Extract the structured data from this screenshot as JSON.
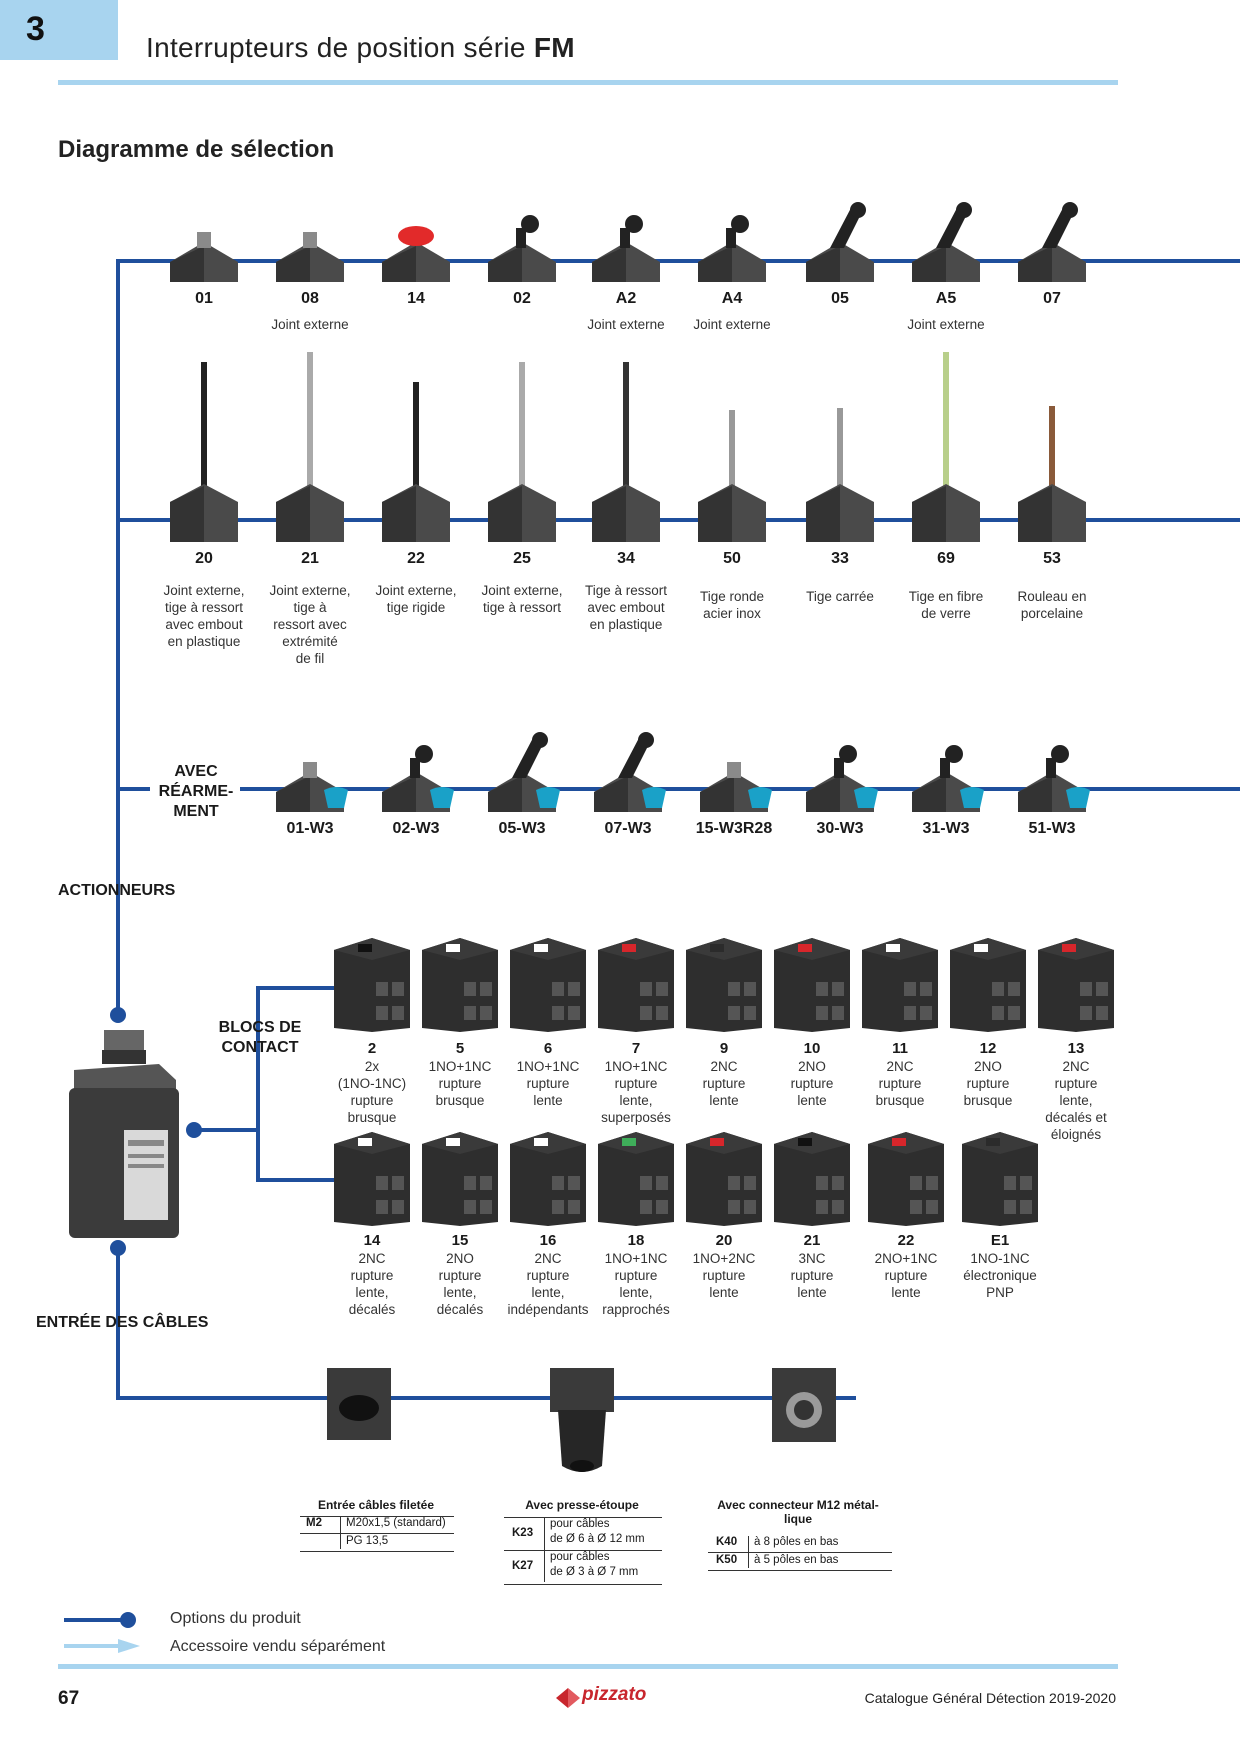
{
  "header": {
    "chapter": "3",
    "title_prefix": "Interrupteurs de position série ",
    "title_bold": "FM"
  },
  "section_title": "Diagramme de sélection",
  "row1": [
    {
      "code": "01",
      "desc": ""
    },
    {
      "code": "08",
      "desc": "Joint externe"
    },
    {
      "code": "14",
      "desc": ""
    },
    {
      "code": "02",
      "desc": ""
    },
    {
      "code": "A2",
      "desc": "Joint externe"
    },
    {
      "code": "A4",
      "desc": "Joint externe"
    },
    {
      "code": "05",
      "desc": ""
    },
    {
      "code": "A5",
      "desc": "Joint externe"
    },
    {
      "code": "07",
      "desc": ""
    }
  ],
  "row2": [
    {
      "code": "20",
      "desc": [
        "Joint externe,",
        "tige à ressort",
        "avec embout",
        "en plastique"
      ]
    },
    {
      "code": "21",
      "desc": [
        "Joint externe,",
        "tige à",
        "ressort avec",
        "extrémité",
        "de fil"
      ]
    },
    {
      "code": "22",
      "desc": [
        "Joint externe,",
        "tige rigide"
      ]
    },
    {
      "code": "25",
      "desc": [
        "Joint externe,",
        "tige à ressort"
      ]
    },
    {
      "code": "34",
      "desc": [
        "Tige à ressort",
        "avec embout",
        "en plastique"
      ]
    },
    {
      "code": "50",
      "desc": [
        "Tige ronde",
        "acier inox"
      ]
    },
    {
      "code": "33",
      "desc": [
        "Tige carrée"
      ]
    },
    {
      "code": "69",
      "desc": [
        "Tige en fibre",
        "de verre"
      ]
    },
    {
      "code": "53",
      "desc": [
        "Rouleau en",
        "porcelaine"
      ]
    }
  ],
  "row3_label": [
    "AVEC",
    "RÉARME-",
    "MENT"
  ],
  "row3": [
    "01-W3",
    "02-W3",
    "05-W3",
    "07-W3",
    "15-W3R28",
    "30-W3",
    "31-W3",
    "51-W3"
  ],
  "actionneurs": "ACTIONNEURS",
  "blocs_label": [
    "BLOCS DE",
    "CONTACT"
  ],
  "blocs1": [
    {
      "code": "2",
      "desc": [
        "2x",
        "(1NO-1NC)",
        "rupture",
        "brusque"
      ],
      "accent": "#111111"
    },
    {
      "code": "5",
      "desc": [
        "1NO+1NC",
        "rupture",
        "brusque"
      ],
      "accent": "#ffffff"
    },
    {
      "code": "6",
      "desc": [
        "1NO+1NC",
        "rupture",
        "lente"
      ],
      "accent": "#ffffff"
    },
    {
      "code": "7",
      "desc": [
        "1NO+1NC",
        "rupture",
        "lente,",
        "superposés"
      ],
      "accent": "#d7262b"
    },
    {
      "code": "9",
      "desc": [
        "2NC",
        "rupture",
        "lente"
      ],
      "accent": "#2b2b2b"
    },
    {
      "code": "10",
      "desc": [
        "2NO",
        "rupture",
        "lente"
      ],
      "accent": "#d7262b"
    },
    {
      "code": "11",
      "desc": [
        "2NC",
        "rupture",
        "brusque"
      ],
      "accent": "#ffffff"
    },
    {
      "code": "12",
      "desc": [
        "2NO",
        "rupture",
        "brusque"
      ],
      "accent": "#ffffff"
    },
    {
      "code": "13",
      "desc": [
        "2NC",
        "rupture",
        "lente,",
        "décalés et",
        "éloignés"
      ],
      "accent": "#d7262b"
    }
  ],
  "blocs2": [
    {
      "code": "14",
      "desc": [
        "2NC",
        "rupture",
        "lente,",
        "décalés"
      ],
      "accent": "#ffffff"
    },
    {
      "code": "15",
      "desc": [
        "2NO",
        "rupture",
        "lente,",
        "décalés"
      ],
      "accent": "#ffffff"
    },
    {
      "code": "16",
      "desc": [
        "2NC",
        "rupture",
        "lente,",
        "indépendants"
      ],
      "accent": "#ffffff"
    },
    {
      "code": "18",
      "desc": [
        "1NO+1NC",
        "rupture",
        "lente,",
        "rapprochés"
      ],
      "accent": "#3fae5a"
    },
    {
      "code": "20",
      "desc": [
        "1NO+2NC",
        "rupture",
        "lente"
      ],
      "accent": "#d7262b"
    },
    {
      "code": "21",
      "desc": [
        "3NC",
        "rupture",
        "lente"
      ],
      "accent": "#111111"
    },
    {
      "code": "22",
      "desc": [
        "2NO+1NC",
        "rupture",
        "lente"
      ],
      "accent": "#d7262b"
    },
    {
      "code": "E1",
      "desc": [
        "1NO-1NC",
        "électronique",
        "PNP"
      ],
      "accent": "#2b2b2b"
    }
  ],
  "entree": "ENTRÉE DES CÂBLES",
  "cables": {
    "t1": {
      "title": "Entrée câbles filetée",
      "rows": [
        {
          "k": "M2",
          "v": "M20x1,5 (standard)"
        },
        {
          "k": "",
          "v": "PG 13,5"
        }
      ]
    },
    "t2": {
      "title": "Avec presse-étoupe",
      "rows": [
        {
          "k": "K23",
          "v1": "pour câbles",
          "v2": "de Ø 6 à Ø 12 mm"
        },
        {
          "k": "K27",
          "v1": "pour câbles",
          "v2": "de Ø 3 à Ø 7 mm"
        }
      ]
    },
    "t3": {
      "title1": "Avec connecteur M12 métal-",
      "title2": "lique",
      "rows": [
        {
          "k": "K40",
          "v": "à 8 pôles en bas"
        },
        {
          "k": "K50",
          "v": "à 5 pôles en bas"
        }
      ]
    }
  },
  "legend": {
    "options": "Options du produit",
    "accessory": "Accessoire vendu séparément"
  },
  "footer": {
    "page": "67",
    "logo": "pizzato",
    "catalog": "Catalogue Général Détection 2019-2020"
  },
  "colors": {
    "line": "#1f4f9c",
    "rule": "#a8d4ef",
    "accessory": "#a8d4ef",
    "logo": "#c8262d"
  }
}
